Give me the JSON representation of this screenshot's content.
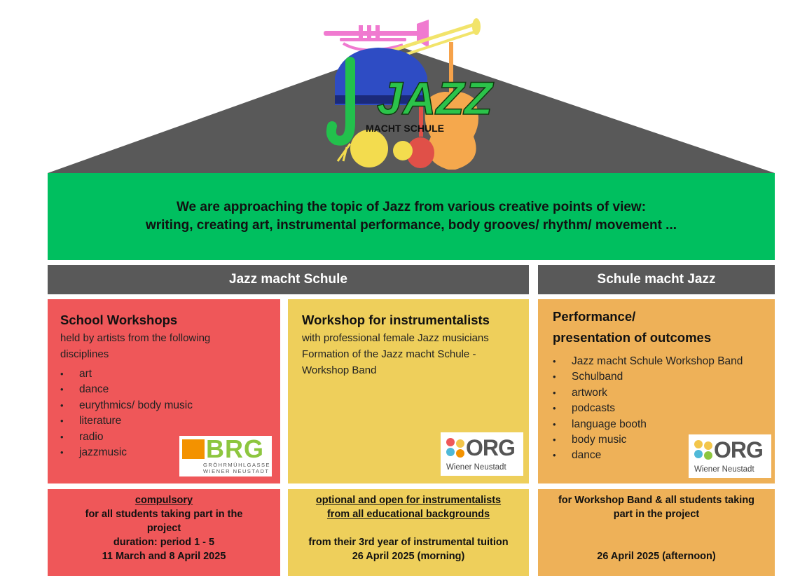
{
  "logo": {
    "title": "JAZZ",
    "subtitle": "MACHT SCHULE"
  },
  "banner": {
    "line1": "We are approaching the topic of Jazz from various creative points of view:",
    "line2": "writing, creating art, instrumental performance, body grooves/ rhythm/ movement ..."
  },
  "headers": {
    "left": "Jazz macht Schule",
    "right": "Schule macht Jazz"
  },
  "school_workshops": {
    "title": "School Workshops",
    "sub1": "held by artists from the following",
    "sub2": "disciplines",
    "items": [
      "art",
      "dance",
      "eurythmics/ body music",
      "literature",
      "radio",
      "jazzmusic"
    ]
  },
  "instrumentalists": {
    "title": "Workshop for instrumentalists",
    "sub1": "with professional female Jazz musicians",
    "sub2": "Formation of the Jazz macht Schule -",
    "sub3": "Workshop Band"
  },
  "performance": {
    "title1": "Performance/",
    "title2": "presentation of outcomes",
    "items": [
      "Jazz macht Schule Workshop Band",
      "Schulband",
      "artwork",
      "podcasts",
      "language booth",
      "body music",
      "dance"
    ]
  },
  "logos": {
    "brg_main": "BRG",
    "brg_line1": "GRÖHRMÜHLGASSE",
    "brg_line2": "WIENER NEUSTADT",
    "org_main": "ORG",
    "org_sub": "Wiener Neustadt"
  },
  "bottom": {
    "left": {
      "underlined": "compulsory",
      "l1": "for all students taking part in the",
      "l2": "project",
      "l3": "duration: period 1 - 5",
      "l4": "11 March and 8 April 2025"
    },
    "middle": {
      "u1": "optional and open for instrumentalists",
      "u2": "from all educational backgrounds",
      "l1": "from their 3rd year of instrumental tuition",
      "l2": "26 April 2025 (morning)"
    },
    "right": {
      "l1": "for Workshop Band & all students taking",
      "l2": "part in the project",
      "l3": "26 April 2025 (afternoon)"
    }
  },
  "colors": {
    "banner": "#00bf5f",
    "header": "#595959",
    "red": "#ef5759",
    "yellow": "#eecf5b",
    "orange": "#eeb158"
  }
}
